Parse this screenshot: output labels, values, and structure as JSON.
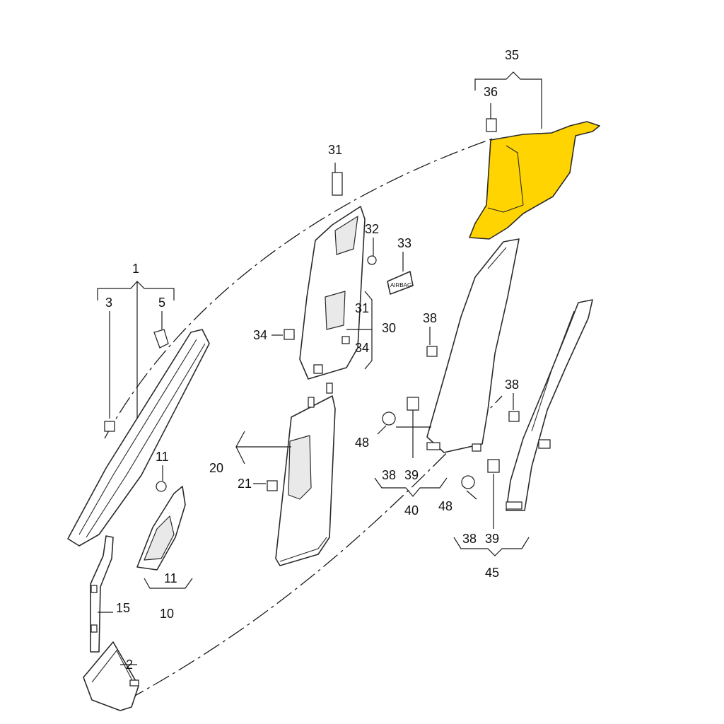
{
  "callouts": {
    "c1": "1",
    "c2": "2",
    "c3": "3",
    "c5": "5",
    "c10": "10",
    "c11a": "11",
    "c11b": "11",
    "c15": "15",
    "c20": "20",
    "c21": "21",
    "c30": "30",
    "c31a": "31",
    "c31b": "31",
    "c32": "32",
    "c33": "33",
    "c34a": "34",
    "c34b": "34",
    "c35": "35",
    "c36": "36",
    "c38a": "38",
    "c38b": "38",
    "c38c": "38",
    "c38d": "38",
    "c39a": "39",
    "c39b": "39",
    "c40": "40",
    "c45": "45",
    "c48a": "48",
    "c48b": "48"
  },
  "badge": {
    "airbag": "AIRBAG"
  },
  "colors": {
    "highlight": "#ffd400",
    "line": "#2a2a2a",
    "background": "#ffffff"
  }
}
